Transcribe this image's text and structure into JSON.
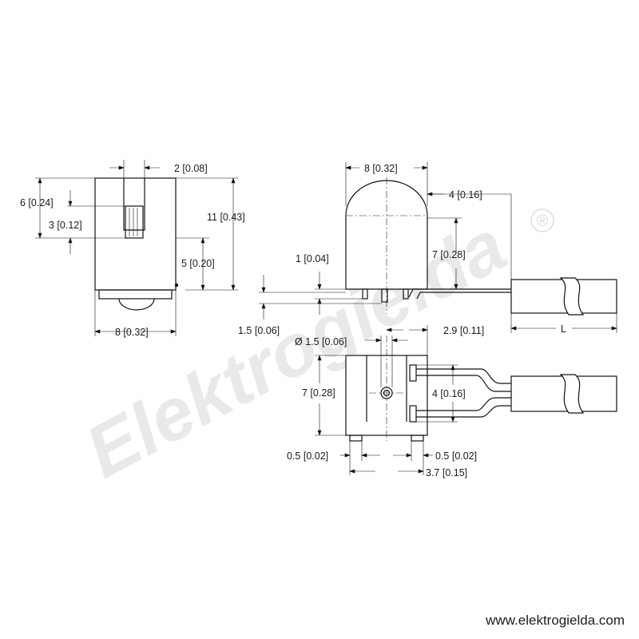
{
  "watermark": {
    "brand": "Elektrogielda",
    "registered": "®"
  },
  "footer": {
    "url": "www.elektrogielda.com"
  },
  "front_view": {
    "slot_width": "2 [0.08]",
    "slot_depth": "6 [0.24]",
    "window_height": "3 [0.12]",
    "total_height": "11 [0.43]",
    "lower_height": "5 [0.20]",
    "width": "8 [0.32]"
  },
  "side_view": {
    "width": "8 [0.32]",
    "cable_offset": "4 [0.16]",
    "pin_length": "1 [0.04]",
    "height": "7 [0.28]",
    "base_offset": "1.5 [0.06]",
    "cable_length": "L"
  },
  "top_view": {
    "hole_diameter": "Ø 1.5 [0.06]",
    "edge_offset": "2.9 [0.11]",
    "height": "7 [0.28]",
    "lead_spacing": "4 [0.16]",
    "pin_left": "0.5 [0.02]",
    "pin_right": "0.5 [0.02]",
    "pin_span": "3.7 [0.15]"
  }
}
